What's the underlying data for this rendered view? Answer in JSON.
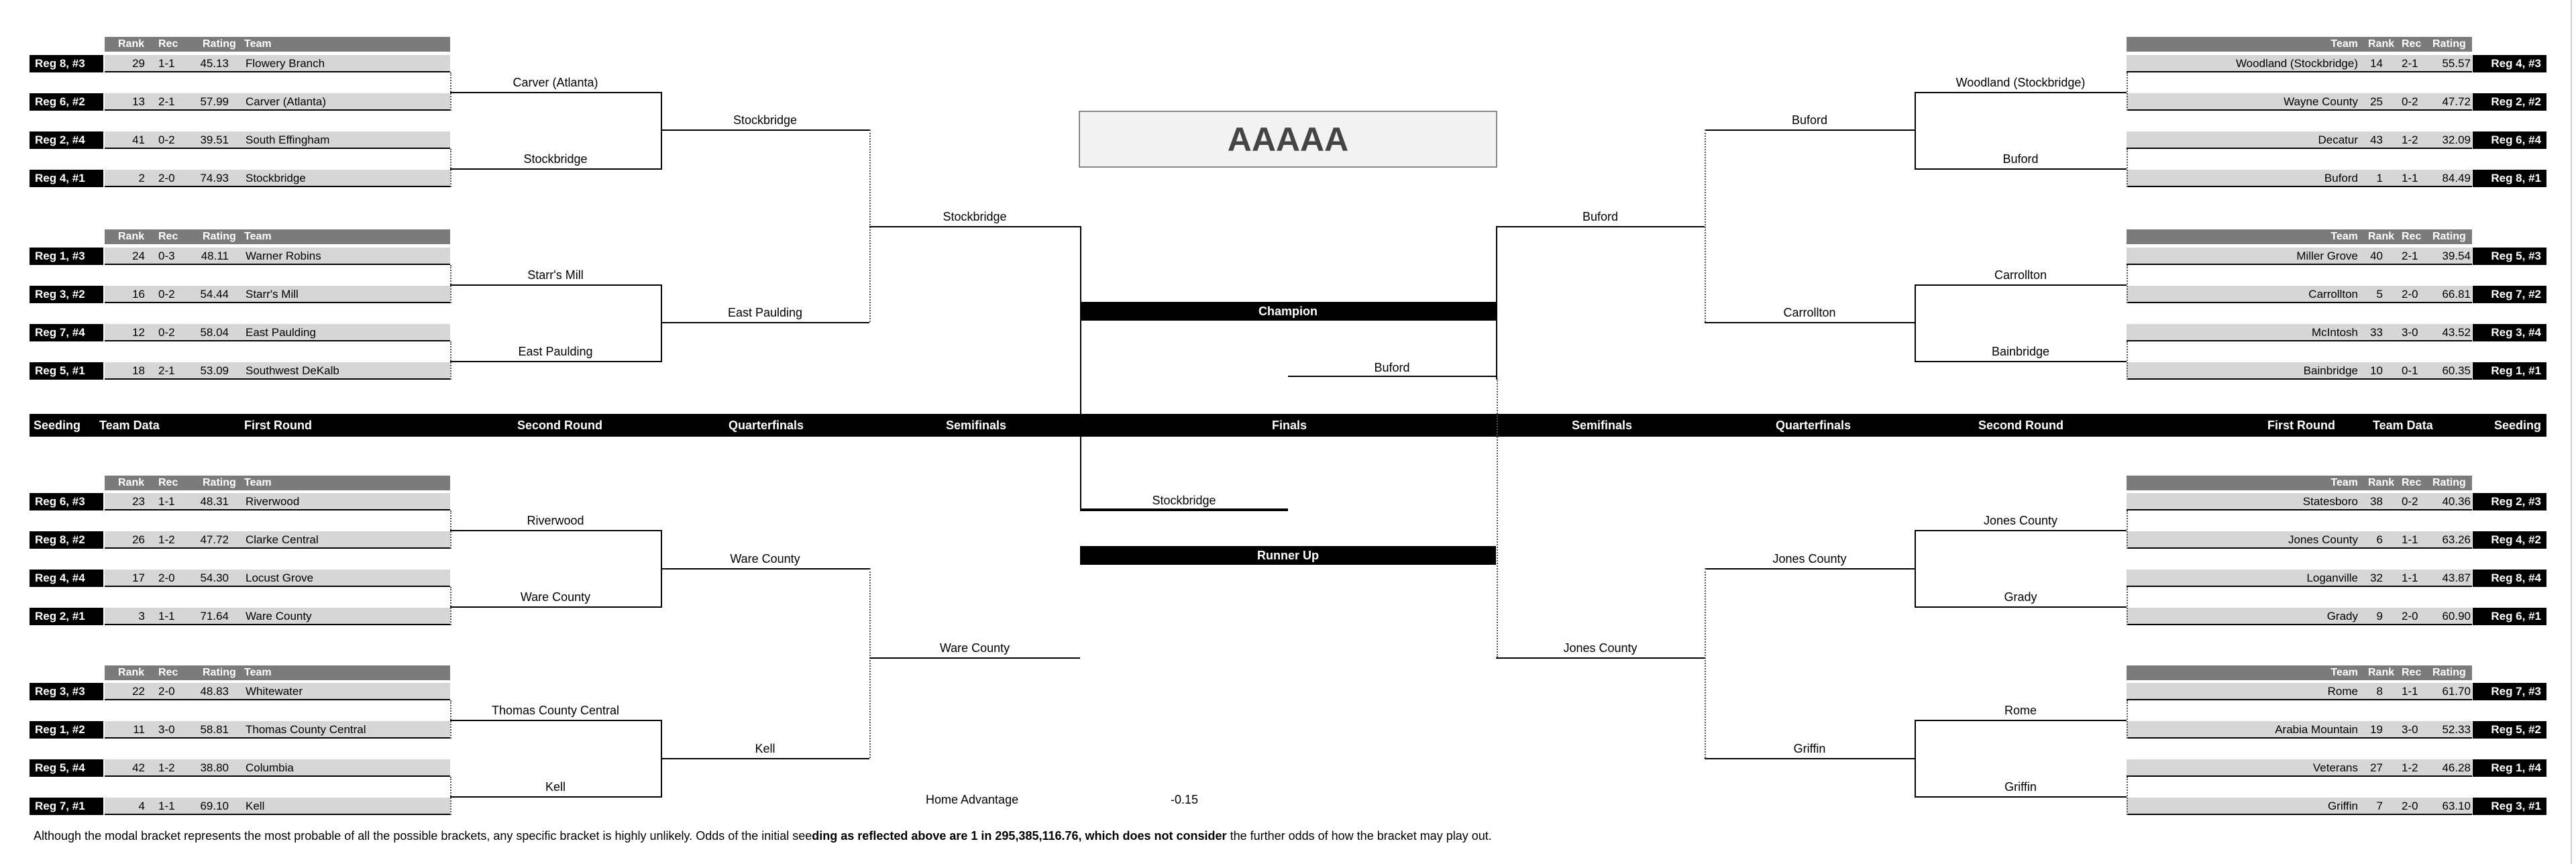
{
  "classification": "AAAAA",
  "headers": {
    "rank": "Rank",
    "rec": "Rec",
    "rating": "Rating",
    "team": "Team"
  },
  "round_labels": {
    "seeding_left": "Seeding",
    "team_data_left": "Team Data",
    "first_round_left": "First Round",
    "second_round_left": "Second Round",
    "quarterfinals_left": "Quarterfinals",
    "semifinals_left": "Semifinals",
    "finals": "Finals",
    "semifinals_right": "Semifinals",
    "quarterfinals_right": "Quarterfinals",
    "second_round_right": "Second Round",
    "first_round_right": "First Round",
    "team_data_right": "Team Data",
    "seeding_right": "Seeding"
  },
  "left_groups": [
    [
      {
        "seed": "Reg 8, #3",
        "rank": "29",
        "rec": "1-1",
        "rating": "45.13",
        "team": "Flowery Branch"
      },
      {
        "seed": "Reg 6, #2",
        "rank": "13",
        "rec": "2-1",
        "rating": "57.99",
        "team": "Carver (Atlanta)"
      },
      {
        "seed": "Reg 2, #4",
        "rank": "41",
        "rec": "0-2",
        "rating": "39.51",
        "team": "South Effingham"
      },
      {
        "seed": "Reg 4, #1",
        "rank": "2",
        "rec": "2-0",
        "rating": "74.93",
        "team": "Stockbridge"
      }
    ],
    [
      {
        "seed": "Reg 1, #3",
        "rank": "24",
        "rec": "0-3",
        "rating": "48.11",
        "team": "Warner Robins"
      },
      {
        "seed": "Reg 3, #2",
        "rank": "16",
        "rec": "0-2",
        "rating": "54.44",
        "team": "Starr's Mill"
      },
      {
        "seed": "Reg 7, #4",
        "rank": "12",
        "rec": "0-2",
        "rating": "58.04",
        "team": "East Paulding"
      },
      {
        "seed": "Reg 5, #1",
        "rank": "18",
        "rec": "2-1",
        "rating": "53.09",
        "team": "Southwest DeKalb"
      }
    ],
    [
      {
        "seed": "Reg 6, #3",
        "rank": "23",
        "rec": "1-1",
        "rating": "48.31",
        "team": "Riverwood"
      },
      {
        "seed": "Reg 8, #2",
        "rank": "26",
        "rec": "1-2",
        "rating": "47.72",
        "team": "Clarke Central"
      },
      {
        "seed": "Reg 4, #4",
        "rank": "17",
        "rec": "2-0",
        "rating": "54.30",
        "team": "Locust Grove"
      },
      {
        "seed": "Reg 2, #1",
        "rank": "3",
        "rec": "1-1",
        "rating": "71.64",
        "team": "Ware County"
      }
    ],
    [
      {
        "seed": "Reg 3, #3",
        "rank": "22",
        "rec": "2-0",
        "rating": "48.83",
        "team": "Whitewater"
      },
      {
        "seed": "Reg 1, #2",
        "rank": "11",
        "rec": "3-0",
        "rating": "58.81",
        "team": "Thomas County Central"
      },
      {
        "seed": "Reg 5, #4",
        "rank": "42",
        "rec": "1-2",
        "rating": "38.80",
        "team": "Columbia"
      },
      {
        "seed": "Reg 7, #1",
        "rank": "4",
        "rec": "1-1",
        "rating": "69.10",
        "team": "Kell"
      }
    ]
  ],
  "right_groups": [
    [
      {
        "seed": "Reg 4, #3",
        "rank": "14",
        "rec": "2-1",
        "rating": "55.57",
        "team": "Woodland (Stockbridge)"
      },
      {
        "seed": "Reg 2, #2",
        "rank": "25",
        "rec": "0-2",
        "rating": "47.72",
        "team": "Wayne County"
      },
      {
        "seed": "Reg 6, #4",
        "rank": "43",
        "rec": "1-2",
        "rating": "32.09",
        "team": "Decatur"
      },
      {
        "seed": "Reg 8, #1",
        "rank": "1",
        "rec": "1-1",
        "rating": "84.49",
        "team": "Buford"
      }
    ],
    [
      {
        "seed": "Reg 5, #3",
        "rank": "40",
        "rec": "2-1",
        "rating": "39.54",
        "team": "Miller Grove"
      },
      {
        "seed": "Reg 7, #2",
        "rank": "5",
        "rec": "2-0",
        "rating": "66.81",
        "team": "Carrollton"
      },
      {
        "seed": "Reg 3, #4",
        "rank": "33",
        "rec": "3-0",
        "rating": "43.52",
        "team": "McIntosh"
      },
      {
        "seed": "Reg 1, #1",
        "rank": "10",
        "rec": "0-1",
        "rating": "60.35",
        "team": "Bainbridge"
      }
    ],
    [
      {
        "seed": "Reg 2, #3",
        "rank": "38",
        "rec": "0-2",
        "rating": "40.36",
        "team": "Statesboro"
      },
      {
        "seed": "Reg 4, #2",
        "rank": "6",
        "rec": "1-1",
        "rating": "63.26",
        "team": "Jones County"
      },
      {
        "seed": "Reg 8, #4",
        "rank": "32",
        "rec": "1-1",
        "rating": "43.87",
        "team": "Loganville"
      },
      {
        "seed": "Reg 6, #1",
        "rank": "9",
        "rec": "2-0",
        "rating": "60.90",
        "team": "Grady"
      }
    ],
    [
      {
        "seed": "Reg 7, #3",
        "rank": "8",
        "rec": "1-1",
        "rating": "61.70",
        "team": "Rome"
      },
      {
        "seed": "Reg 5, #2",
        "rank": "19",
        "rec": "3-0",
        "rating": "52.33",
        "team": "Arabia Mountain"
      },
      {
        "seed": "Reg 1, #4",
        "rank": "27",
        "rec": "1-2",
        "rating": "46.28",
        "team": "Veterans"
      },
      {
        "seed": "Reg 3, #1",
        "rank": "7",
        "rec": "2-0",
        "rating": "63.10",
        "team": "Griffin"
      }
    ]
  ],
  "left_second_round": [
    "Carver (Atlanta)",
    "Stockbridge",
    "Starr's Mill",
    "East Paulding",
    "Riverwood",
    "Ware County",
    "Thomas County Central",
    "Kell"
  ],
  "left_quarterfinals": [
    "Stockbridge",
    "East Paulding",
    "Ware County",
    "Kell"
  ],
  "left_semifinals": [
    "Stockbridge",
    "Ware County"
  ],
  "right_second_round": [
    "Woodland (Stockbridge)",
    "Buford",
    "Carrollton",
    "Bainbridge",
    "Jones County",
    "Grady",
    "Rome",
    "Griffin"
  ],
  "right_quarterfinals": [
    "Buford",
    "Carrollton",
    "Jones County",
    "Griffin"
  ],
  "right_semifinals": [
    "Buford",
    "Jones County"
  ],
  "champion_label": "Champion",
  "champion_team": "Buford",
  "runner_up_label": "Runner Up",
  "runner_up_team": "Stockbridge",
  "home_advantage_label": "Home Advantage",
  "home_advantage_value": "-0.15",
  "footer_normal_1": "Although the modal bracket represents the most probable of all the possible brackets, any specific bracket is highly unlikely.  Odds of the initial see",
  "footer_bold": "ding as reflected above are 1 in 295,385,116.76, which does not consider",
  "footer_normal_2": " the further odds of how the bracket may play out."
}
